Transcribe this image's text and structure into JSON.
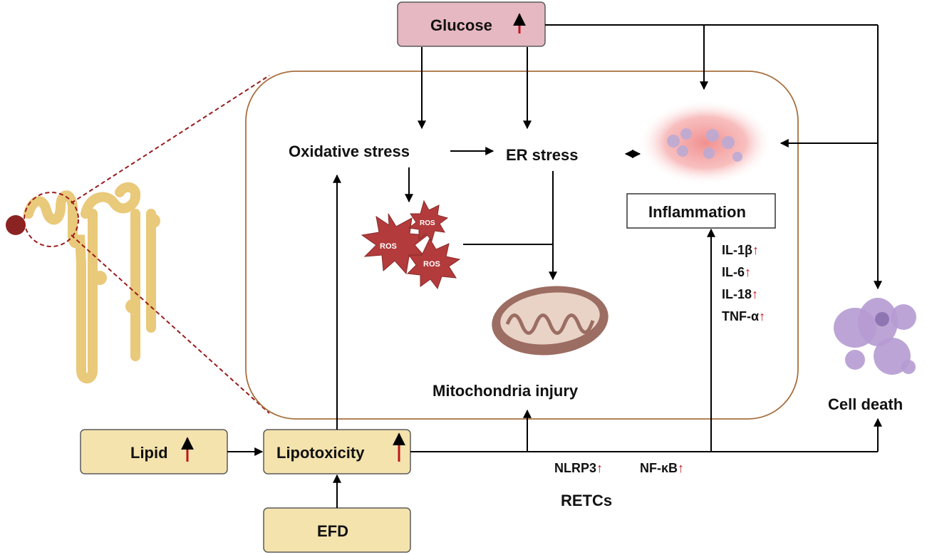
{
  "colors": {
    "glucose_fill": "#e6b8c2",
    "box_fill": "#f4e3ad",
    "box_stroke": "#5b5b5b",
    "cell_border": "#a8703f",
    "up_arrow": "#c0141c",
    "ros_fill": "#b33b3b",
    "mito_outer": "#9c6d62",
    "mito_inner": "#e8d3c6",
    "cell_death": "#b59bd1",
    "tubule": "#e9c97a",
    "zoom_line": "#9b1b1b"
  },
  "icons": {
    "up_arrow": "red-up-arrow-icon",
    "ros": "ros-burst-icon",
    "mitochondrion": "mitochondrion-icon",
    "inflammation": "inflamed-cells-icon",
    "dying_cell": "dying-cell-icon",
    "nephron": "nephron-tubule-icon"
  },
  "labels": {
    "glucose": "Glucose",
    "lipid": "Lipid",
    "lipotoxicity": "Lipotoxicity",
    "efd": "EFD",
    "oxidative_stress": "Oxidative stress",
    "er_stress": "ER stress",
    "inflammation": "Inflammation",
    "mitochondria_injury": "Mitochondria injury",
    "cell_death": "Cell death",
    "retcs": "RETCs",
    "nlrp3": "NLRP3",
    "nfkb": "NF-κB",
    "ros": "ROS",
    "up_glyph": "↑"
  },
  "cytokines": [
    "IL-1β",
    "IL-6",
    "IL-18",
    "TNF-α"
  ]
}
